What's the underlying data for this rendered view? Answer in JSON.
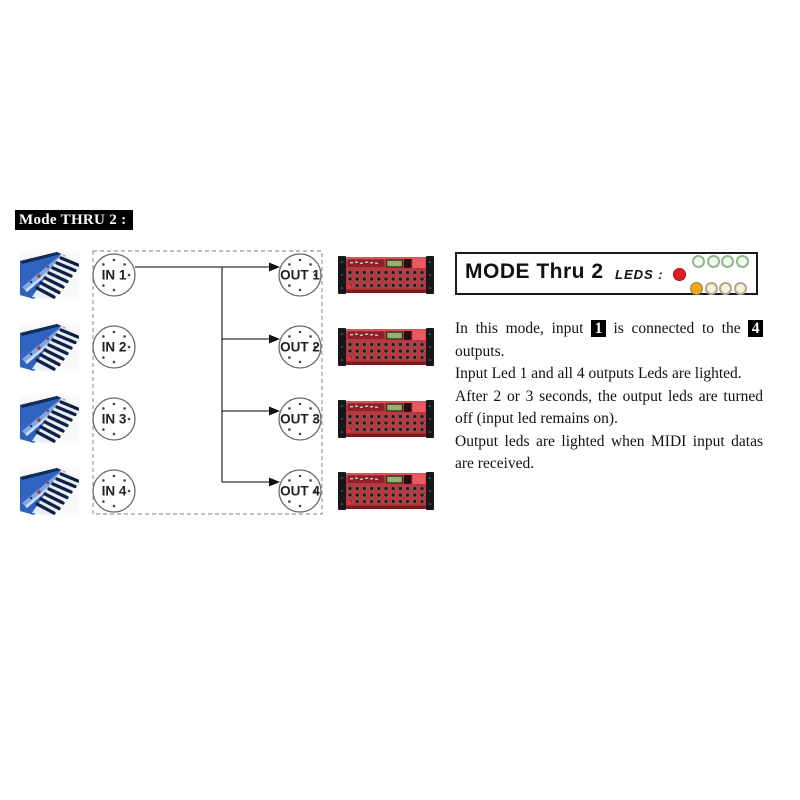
{
  "page": {
    "background": "#ffffff"
  },
  "title": {
    "label": "Mode THRU 2 :",
    "fg": "#ffffff",
    "bg": "#000000"
  },
  "diagram": {
    "inputs": [
      {
        "label": "IN 1"
      },
      {
        "label": "IN 2"
      },
      {
        "label": "IN 3"
      },
      {
        "label": "IN 4"
      }
    ],
    "outputs": [
      {
        "label": "OUT 1"
      },
      {
        "label": "OUT 2"
      },
      {
        "label": "OUT 3"
      },
      {
        "label": "OUT 4"
      }
    ]
  },
  "devices": {
    "keyboard_name": "blue-midi-keyboard",
    "keyboard_count": 4,
    "rack_name": "red-midi-patchbay",
    "rack_count": 4
  },
  "mode_panel": {
    "title": "MODE Thru 2",
    "leds_label": "LEDS :",
    "input_led_on_color": "#e41e20",
    "output_led_on_color": "#f2a41c",
    "led_off_green_outline": "#8cb88c",
    "led_off_cream_fill": "#f6f3da"
  },
  "description": {
    "p1": {
      "seg0": "In this mode, input ",
      "inv1": "1",
      "seg1": " is connected to the ",
      "inv2": "4",
      "seg2": " outputs."
    },
    "p2": "Input Led 1 and all 4 outputs Leds are lighted.",
    "p3": "After 2 or 3 seconds, the output leds are turned off (input led remains on).",
    "p4": "Output leds are lighted when MIDI input datas are received."
  }
}
